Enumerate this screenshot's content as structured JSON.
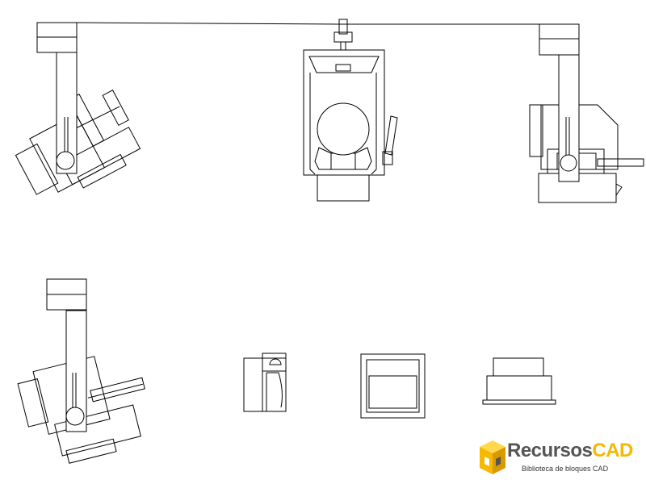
{
  "drawing": {
    "line_color": "#000000",
    "background": "#ffffff"
  },
  "logo": {
    "name_part1": "Recursos",
    "name_part2": "CAD",
    "tagline": "Biblioteca de bloques CAD",
    "color_gray": "#555555",
    "color_yellow": "#f6b800"
  }
}
